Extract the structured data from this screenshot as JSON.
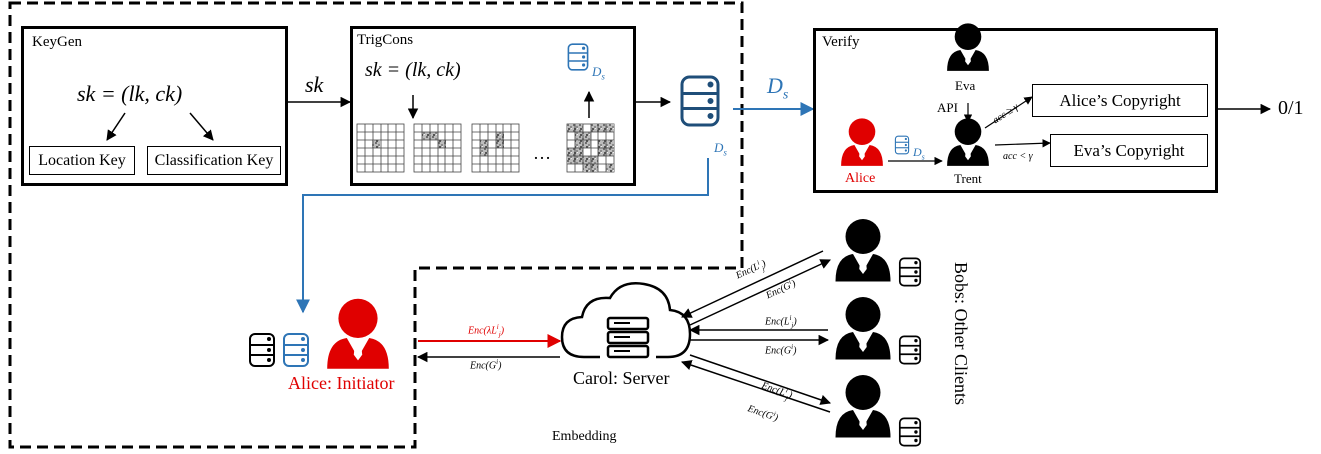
{
  "keygen": {
    "title": "KeyGen",
    "formula": "sk = (lk, ck)",
    "location_key": "Location Key",
    "classification_key": "Classification Key"
  },
  "arrow_sk": "sk",
  "trigcons": {
    "title": "TrigCons",
    "formula": "sk = (lk, ck)",
    "ellipsis": "…",
    "ds_label": "D",
    "ds_sub": "s"
  },
  "ds_main": {
    "label": "D",
    "sub": "s"
  },
  "ds_arrow": {
    "label": "D",
    "sub": "s"
  },
  "verify": {
    "title": "Verify",
    "eva": "Eva",
    "api": "API",
    "alice": "Alice",
    "trent": "Trent",
    "ds_label": "D",
    "ds_sub": "s",
    "acc_ge": "acc ≥ γ",
    "acc_lt": "acc < γ",
    "alice_copyright": "Alice’s Copyright",
    "eva_copyright": "Eva’s Copyright",
    "output": "0/1"
  },
  "alice_initiator": "Alice: Initiator",
  "carol_server": "Carol: Server",
  "embedding": "Embedding",
  "bobs": "Bobs: Other Clients",
  "msg": {
    "alice_to_server": "Enc(λL",
    "alice_to_server_sup": "i",
    "alice_to_server_sub": "j",
    "server_to_alice": "Enc(G",
    "server_to_alice_sup": "i",
    "bob1_to_server": "Enc(L",
    "bob1_sup": "i",
    "bob1_sub": "j",
    "server_to_bob1": "Enc(G",
    "server_to_bob1_sup": "i",
    "bob2_to_server": "Enc(L",
    "bob2_sup": "i",
    "bob2_sub": "j",
    "server_to_bob2": "Enc(G",
    "server_to_bob2_sup": "i",
    "bob3_to_server": "Enc(L",
    "bob3_sup": "i",
    "bob3_sub": "j",
    "server_to_bob3": "Enc(G",
    "server_to_bob3_sup": "i"
  },
  "colors": {
    "accent_red": "#e00000",
    "accent_blue": "#2e75b6",
    "black": "#000000"
  }
}
